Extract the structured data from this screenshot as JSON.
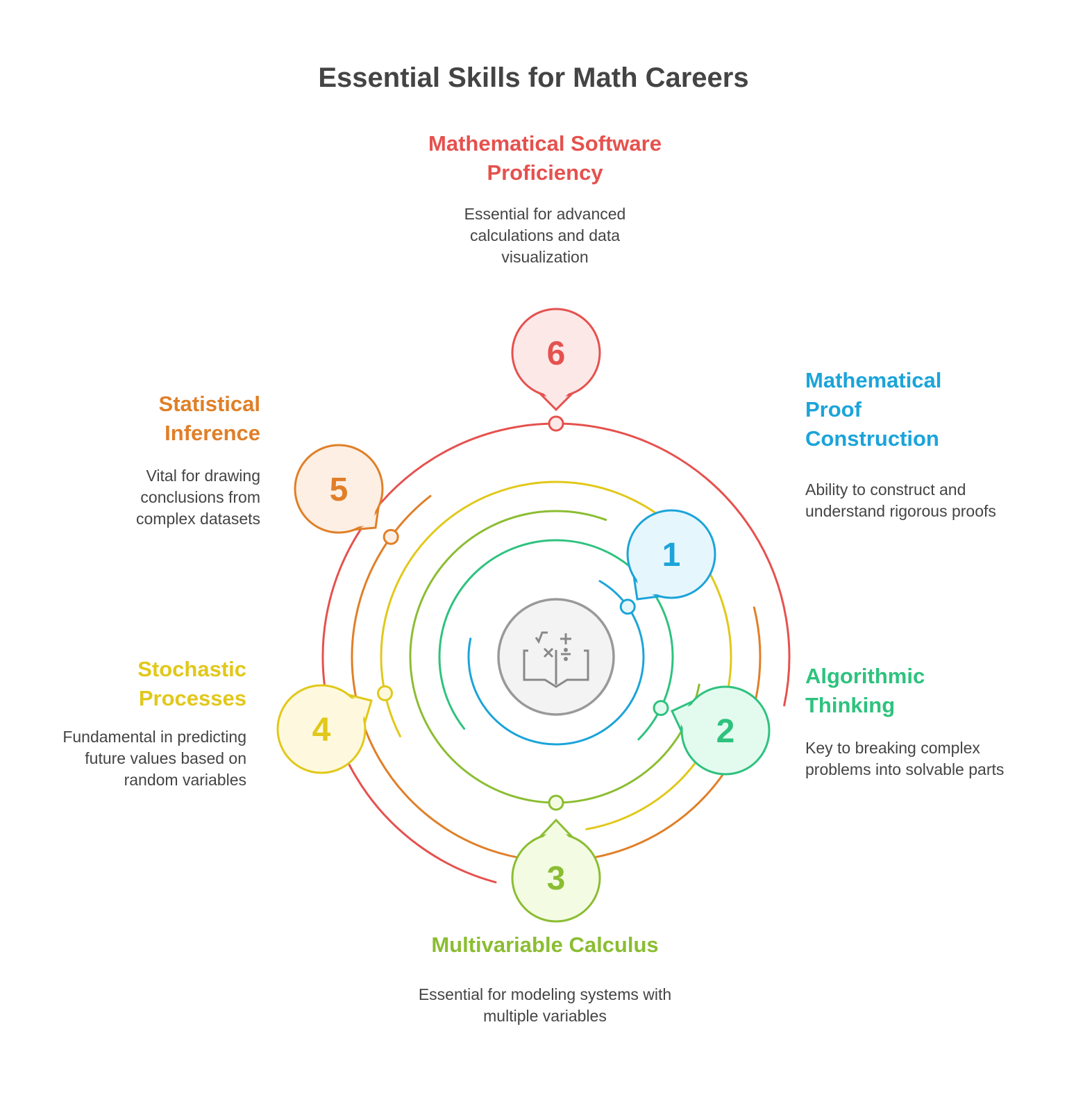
{
  "title": "Essential Skills for Math Careers",
  "center_icon": "math-book-icon",
  "colors": {
    "blue": "#1BA4D9",
    "green": "#2EC27E",
    "lime": "#8BBD32",
    "yellow": "#E1C81A",
    "orange": "#E07F28",
    "red": "#E5514E"
  },
  "skills": [
    {
      "number": "1",
      "title": "Mathematical Proof Construction",
      "description": "Ability to construct and understand rigorous proofs",
      "color": "#1BA4D9",
      "fill": "#E6F6FD"
    },
    {
      "number": "2",
      "title": "Algorithmic Thinking",
      "description": "Key to breaking complex problems into solvable parts",
      "color": "#2EC27E",
      "fill": "#E3FBEF"
    },
    {
      "number": "3",
      "title": "Multivariable Calculus",
      "description": "Essential for modeling systems with multiple variables",
      "color": "#8BBD32",
      "fill": "#F3FCE3"
    },
    {
      "number": "4",
      "title": "Stochastic Processes",
      "description": "Fundamental in predicting future values based on random variables",
      "color": "#E1C81A",
      "fill": "#FEF9DE"
    },
    {
      "number": "5",
      "title": "Statistical Inference",
      "description": "Vital for drawing conclusions from complex datasets",
      "color": "#E07F28",
      "fill": "#FDEFE3"
    },
    {
      "number": "6",
      "title": "Mathematical Software Proficiency",
      "description": "Essential for advanced calculations and data visualization",
      "color": "#E5514E",
      "fill": "#FDE8E8"
    }
  ]
}
